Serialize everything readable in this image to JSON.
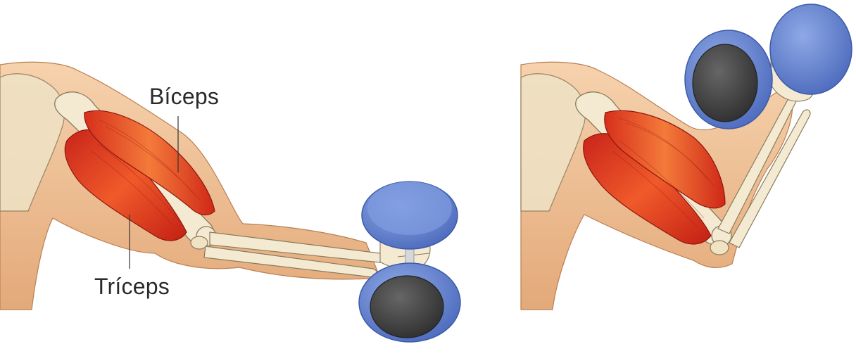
{
  "labels": {
    "biceps": "Bíceps",
    "triceps": "Tríceps"
  },
  "colors": {
    "skin": "#f3c8a0",
    "skin_shadow": "#e0a77a",
    "muscle": "#d93a1e",
    "muscle_light": "#f06a32",
    "bone": "#f2e8cf",
    "bone_outline": "#8a7a5c",
    "plate": "#6f8fd6",
    "plate_dark": "#4c6cc0",
    "plate_face": "#4a4a4a",
    "bar": "#d7d7d7"
  },
  "panels": [
    {
      "id": "extended-arm",
      "state": "arm extended, holding dumbbell"
    },
    {
      "id": "flexed-arm",
      "state": "arm flexed, curling dumbbell"
    }
  ]
}
